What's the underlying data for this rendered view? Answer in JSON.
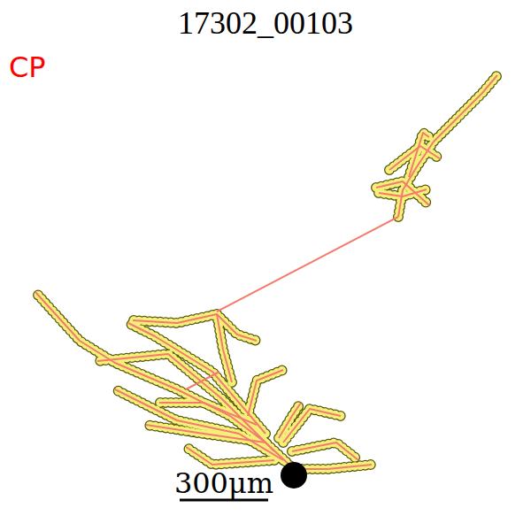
{
  "diagram": {
    "title": "17302_00103",
    "labels": [
      "CP",
      "300μm"
    ]
  }
}
